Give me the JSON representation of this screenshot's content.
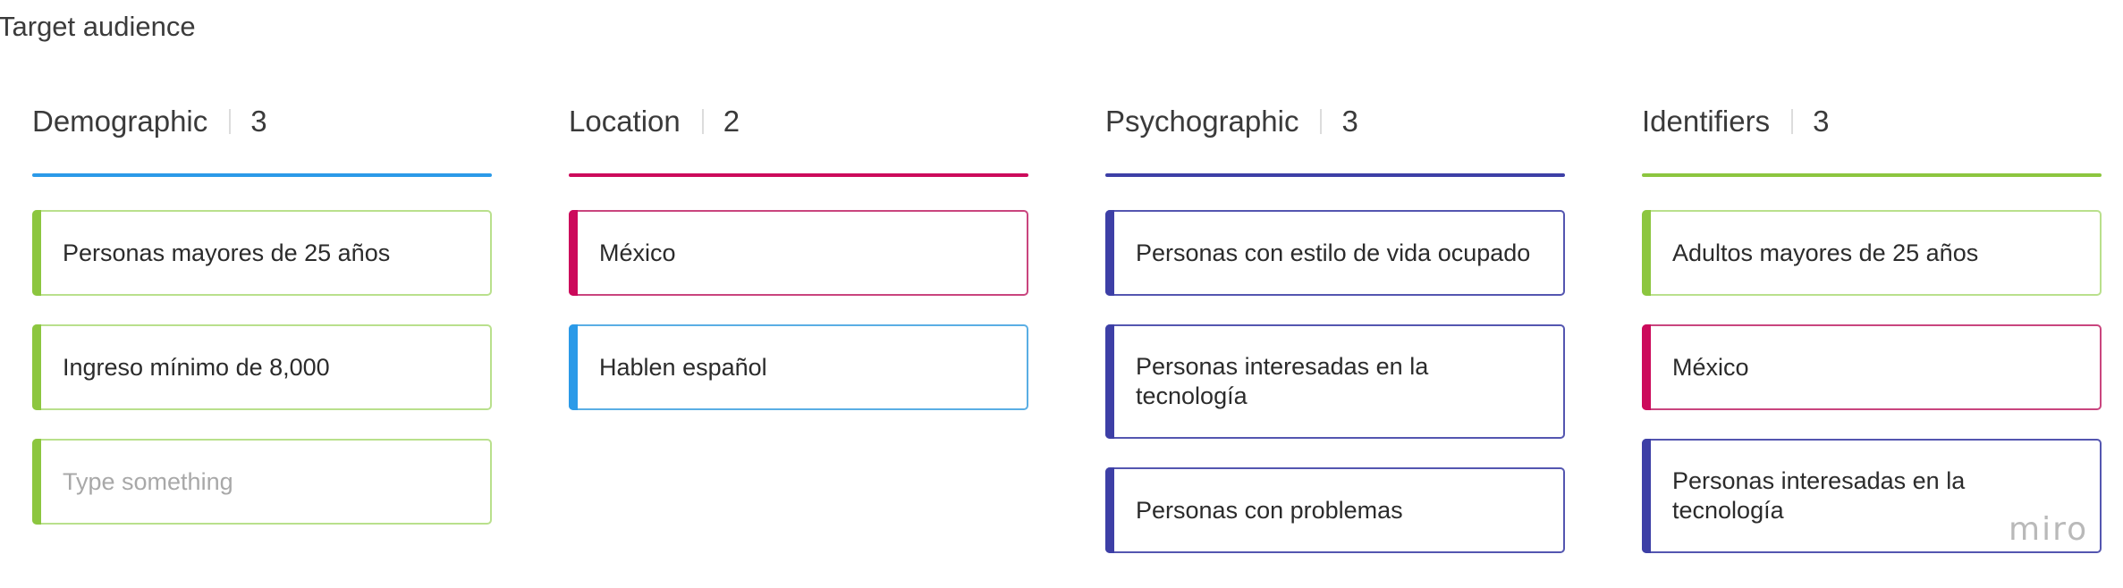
{
  "page": {
    "title": "Target audience"
  },
  "colors": {
    "green": "#8cc63f",
    "magenta": "#cc0a5b",
    "blue": "#2b9ae8",
    "indigo": "#3d3fa6"
  },
  "columns": [
    {
      "name": "Demographic",
      "count": "3",
      "underline_color": "#2b9ae8",
      "cards": [
        {
          "text": "Personas mayores de 25 años",
          "accent": "#8cc63f",
          "border": "#b9e08c"
        },
        {
          "text": "Ingreso mínimo de 8,000",
          "accent": "#8cc63f",
          "border": "#b9e08c"
        },
        {
          "text": "Type something",
          "accent": "#8cc63f",
          "border": "#b9e08c",
          "placeholder": true
        }
      ]
    },
    {
      "name": "Location",
      "count": "2",
      "underline_color": "#cc0a5b",
      "cards": [
        {
          "text": "México",
          "accent": "#cc0a5b",
          "border": "#c9457e"
        },
        {
          "text": "Hablen español",
          "accent": "#2b9ae8",
          "border": "#5aaee4"
        }
      ]
    },
    {
      "name": "Psychographic",
      "count": "3",
      "underline_color": "#3d3fa6",
      "cards": [
        {
          "text": "Personas con estilo de vida ocupado",
          "accent": "#3d3fa6",
          "border": "#5456b0"
        },
        {
          "text": "Personas interesadas en la tecnología",
          "accent": "#3d3fa6",
          "border": "#5456b0",
          "tall": true
        },
        {
          "text": "Personas con problemas",
          "accent": "#3d3fa6",
          "border": "#5456b0"
        }
      ]
    },
    {
      "name": "Identifiers",
      "count": "3",
      "underline_color": "#8cc63f",
      "cards": [
        {
          "text": "Adultos mayores de 25 años",
          "accent": "#8cc63f",
          "border": "#b9e08c"
        },
        {
          "text": "México",
          "accent": "#cc0a5b",
          "border": "#c9457e"
        },
        {
          "text": "Personas interesadas en la tecnología",
          "accent": "#3d3fa6",
          "border": "#5456b0",
          "tall": true
        }
      ]
    }
  ],
  "watermark": {
    "text": "miro"
  }
}
